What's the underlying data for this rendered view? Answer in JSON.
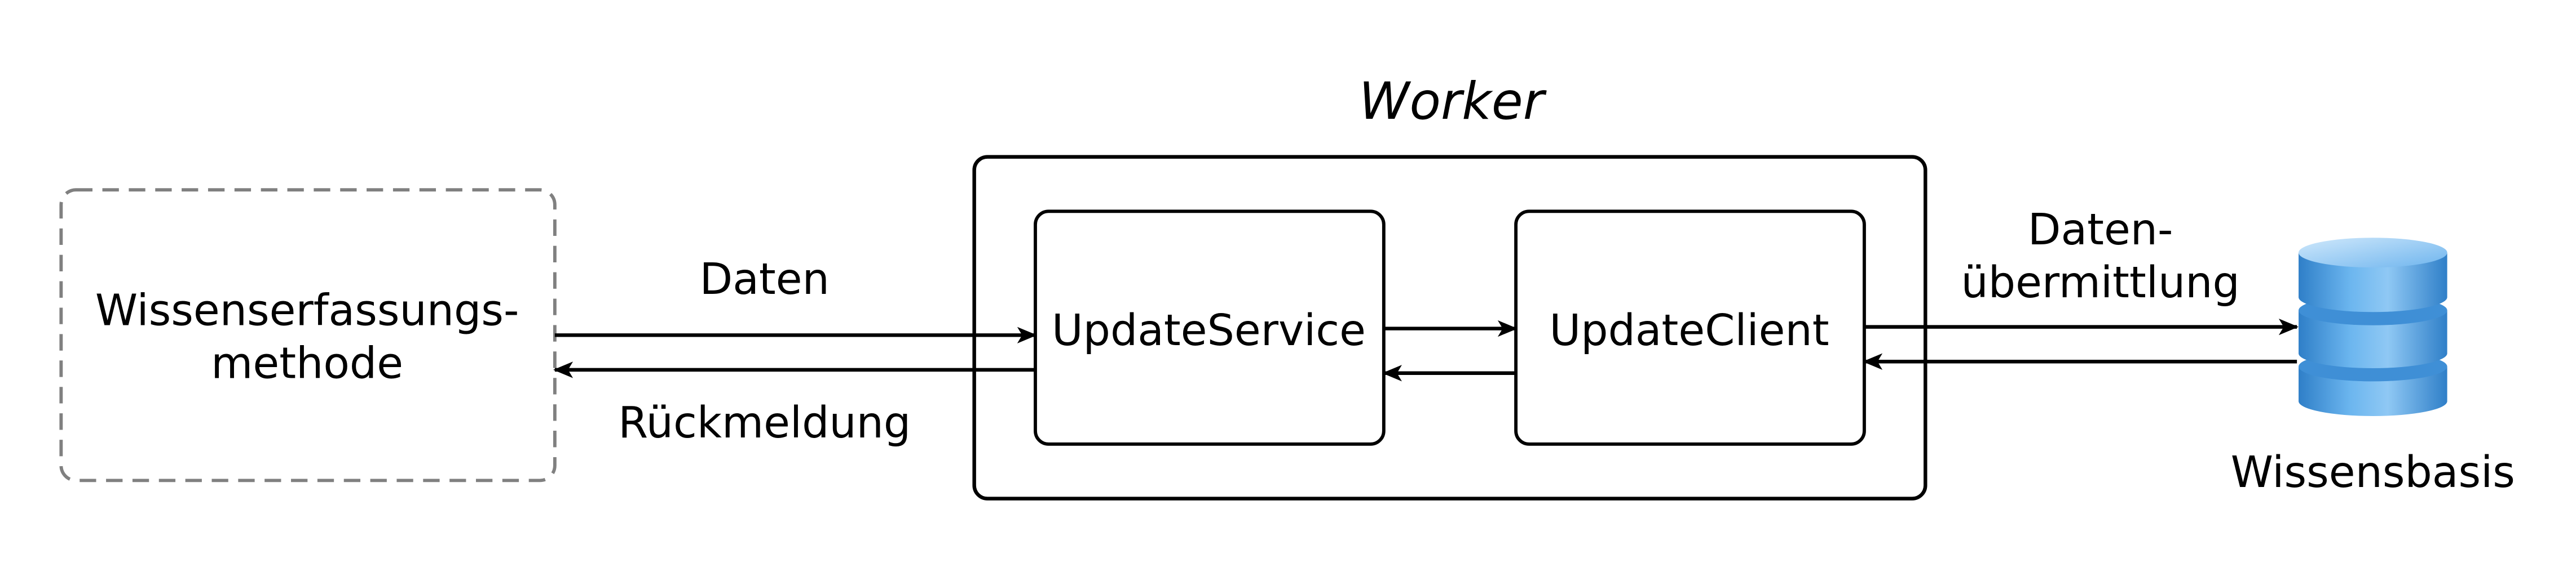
{
  "title": "Worker",
  "nodes": {
    "method": {
      "line1": "Wissenserfassungs-",
      "line2": "methode"
    },
    "update_service": {
      "label": "UpdateService"
    },
    "update_client": {
      "label": "UpdateClient"
    },
    "knowledge_base": {
      "label": "Wissensbasis",
      "icon": "database-icon"
    }
  },
  "edges": {
    "data_in": "Daten",
    "feedback": "Rückmeldung",
    "transfer_line1": "Daten-",
    "transfer_line2": "übermittlung"
  },
  "colors": {
    "stroke": "#000000",
    "dashed_border": "#808080",
    "db_light": "#a8d4f5",
    "db_mid": "#5da9e9",
    "db_dark": "#2f7fc8"
  }
}
